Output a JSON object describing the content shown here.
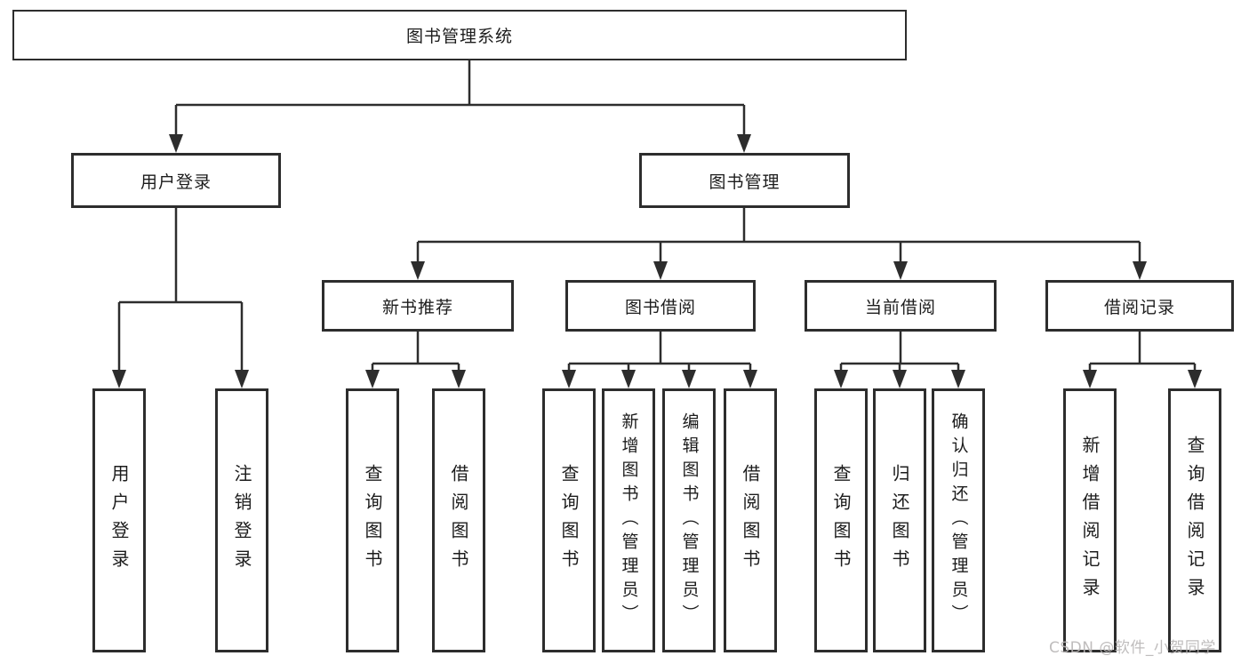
{
  "diagram": {
    "root": "图书管理系统",
    "branches": [
      {
        "label": "用户登录",
        "children": [
          "用户登录",
          "注销登录"
        ]
      },
      {
        "label": "图书管理",
        "groups": [
          {
            "label": "新书推荐",
            "children": [
              "查询图书",
              "借阅图书"
            ]
          },
          {
            "label": "图书借阅",
            "children": [
              "查询图书",
              "新增图书（管理员）",
              "编辑图书（管理员）",
              "借阅图书"
            ]
          },
          {
            "label": "当前借阅",
            "children": [
              "查询图书",
              "归还图书",
              "确认归还（管理员）"
            ]
          },
          {
            "label": "借阅记录",
            "children": [
              "新增借阅记录",
              "查询借阅记录"
            ]
          }
        ]
      }
    ]
  },
  "watermark": "CSDN @软件_小贺同学",
  "colors": {
    "line": "#2d2d2d",
    "border": "#2d2d2d",
    "text": "#1c1c1c",
    "watermark": "#b9b6b6",
    "background": "#ffffff"
  }
}
